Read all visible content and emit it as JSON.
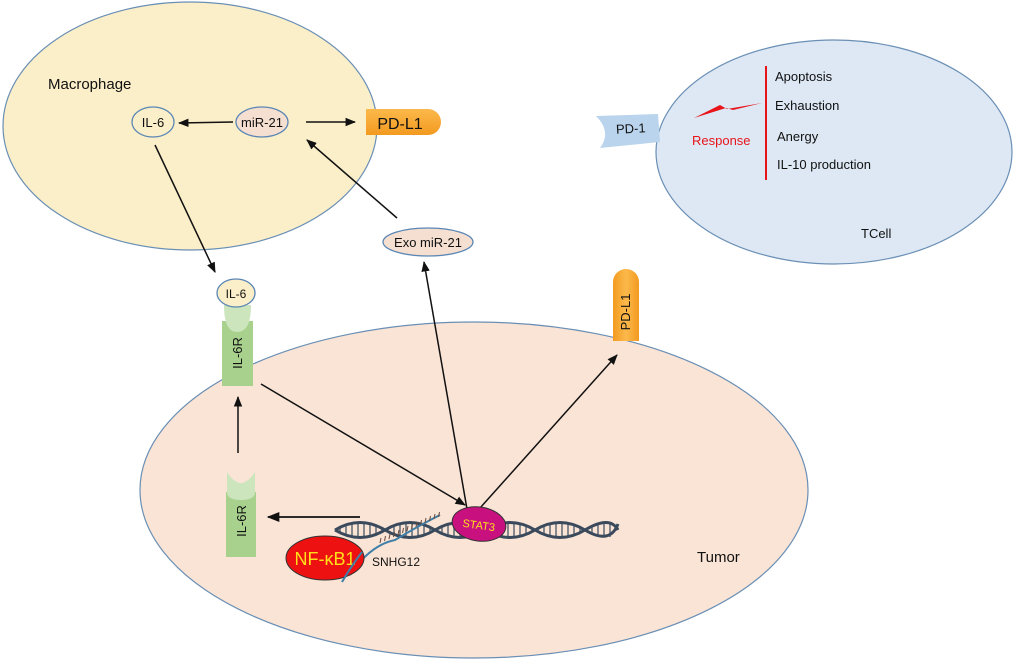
{
  "cells": {
    "macrophage": {
      "label": "Macrophage",
      "fill": "#fbefc9",
      "stroke": "#6a8fb5"
    },
    "tcell": {
      "label": "TCell",
      "fill": "#dde8f4",
      "stroke": "#6a8fb5"
    },
    "tumor": {
      "label": "Tumor",
      "fill": "#fae4d6",
      "stroke": "#6a8fb5"
    }
  },
  "nodes": {
    "il6_macrophage": "IL-6",
    "mir21": "miR-21",
    "pdl1_macrophage": "PD-L1",
    "exo_mir21": "Exo miR-21",
    "il6_ligand": "IL-6",
    "il6r_membrane": "IL-6R",
    "il6r_internal": "IL-6R",
    "pdl1_tumor": "PD-L1",
    "stat3": "STAT3",
    "nfkb1": "NF-κB1",
    "snhg12": "SNHG12",
    "pd1": "PD-1"
  },
  "tcell_response": {
    "label": "Response",
    "items": [
      "Apoptosis",
      "Exhaustion",
      "Anergy",
      "IL-10 production"
    ]
  },
  "colors": {
    "orange": "#f6a531",
    "green_receptor": "#a8d18d",
    "green_cap": "#cce5bd",
    "stat3": "#c8117f",
    "nfkb1": "#ee1111",
    "yellow_text": "#ffe01a",
    "red_accent": "#e8141a",
    "pd1_fill": "#b9d4ec",
    "dna": "#3a4a5c"
  }
}
